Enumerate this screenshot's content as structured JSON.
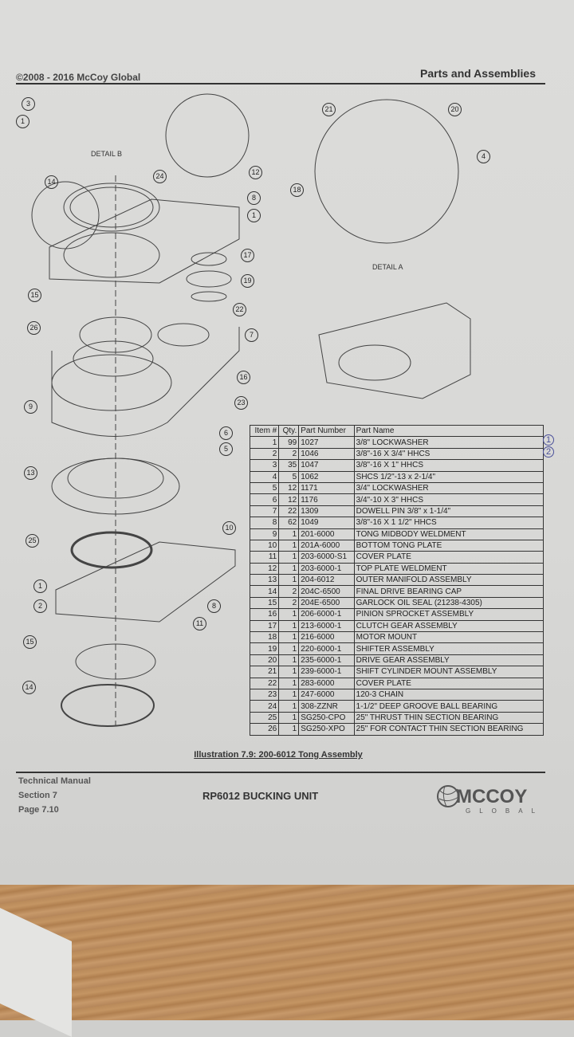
{
  "header": {
    "copyright": "©2008 - 2016 McCoy Global",
    "section_title": "Parts and Assemblies"
  },
  "diagram": {
    "detail_b": "DETAIL B",
    "detail_a": "DETAIL A",
    "callouts": [
      "3",
      "1",
      "14",
      "24",
      "12",
      "8",
      "1",
      "17",
      "19",
      "22",
      "7",
      "16",
      "23",
      "15",
      "26",
      "9",
      "6",
      "5",
      "13",
      "10",
      "25",
      "1",
      "2",
      "8",
      "11",
      "15",
      "14",
      "21",
      "20",
      "18",
      "4"
    ]
  },
  "table": {
    "headers": [
      "Item #",
      "Qty.",
      "Part Number",
      "Part Name"
    ],
    "rows": [
      [
        "1",
        "99",
        "1027",
        "3/8\" LOCKWASHER"
      ],
      [
        "2",
        "2",
        "1046",
        "3/8\"-16 X 3/4\" HHCS"
      ],
      [
        "3",
        "35",
        "1047",
        "3/8\"-16 X 1\" HHCS"
      ],
      [
        "4",
        "5",
        "1062",
        " SHCS 1/2\"-13 x 2-1/4\""
      ],
      [
        "5",
        "12",
        "1171",
        "3/4\" LOCKWASHER"
      ],
      [
        "6",
        "12",
        "1176",
        "3/4\"-10 X 3\" HHCS"
      ],
      [
        "7",
        "22",
        "1309",
        "DOWELL PIN 3/8\" x 1-1/4\""
      ],
      [
        "8",
        "62",
        "1049",
        " 3/8\"-16 X 1 1/2\" HHCS"
      ],
      [
        "9",
        "1",
        "201-6000",
        "TONG MIDBODY WELDMENT"
      ],
      [
        "10",
        "1",
        "201A-6000",
        "BOTTOM TONG PLATE"
      ],
      [
        "11",
        "1",
        "203-6000-S1",
        "COVER PLATE"
      ],
      [
        "12",
        "1",
        "203-6000-1",
        "TOP PLATE WELDMENT"
      ],
      [
        "13",
        "1",
        "204-6012",
        "OUTER MANIFOLD ASSEMBLY"
      ],
      [
        "14",
        "2",
        "204C-6500",
        "FINAL DRIVE BEARING CAP"
      ],
      [
        "15",
        "2",
        "204E-6500",
        "GARLOCK OIL SEAL (21238-4305)"
      ],
      [
        "16",
        "1",
        "206-6000-1",
        "PINION SPROCKET ASSEMBLY"
      ],
      [
        "17",
        "1",
        "213-6000-1",
        "CLUTCH GEAR ASSEMBLY"
      ],
      [
        "18",
        "1",
        "216-6000",
        "MOTOR MOUNT"
      ],
      [
        "19",
        "1",
        "220-6000-1",
        "SHIFTER ASSEMBLY"
      ],
      [
        "20",
        "1",
        "235-6000-1",
        "DRIVE GEAR ASSEMBLY"
      ],
      [
        "21",
        "1",
        "239-6000-1",
        "SHIFT CYLINDER MOUNT ASSEMBLY"
      ],
      [
        "22",
        "1",
        "283-6000",
        "COVER PLATE"
      ],
      [
        "23",
        "1",
        "247-6000",
        "120-3 CHAIN"
      ],
      [
        "24",
        "1",
        "308-ZZNR",
        "1-1/2\" DEEP GROOVE BALL BEARING"
      ],
      [
        "25",
        "1",
        "SG250-CPO",
        "25\" THRUST THIN SECTION BEARING"
      ],
      [
        "26",
        "1",
        "SG250-XPO",
        "25\" FOR CONTACT THIN SECTION BEARING"
      ]
    ],
    "handwritten_marks": [
      "1",
      "2"
    ]
  },
  "caption": "Illustration 7.9: 200-6012 Tong Assembly",
  "footer": {
    "manual": "Technical Manual",
    "section": "Section 7",
    "page": "Page 7.10",
    "unit": "RP6012 BUCKING UNIT",
    "logo_text": "MCCOY GLOBAL"
  }
}
